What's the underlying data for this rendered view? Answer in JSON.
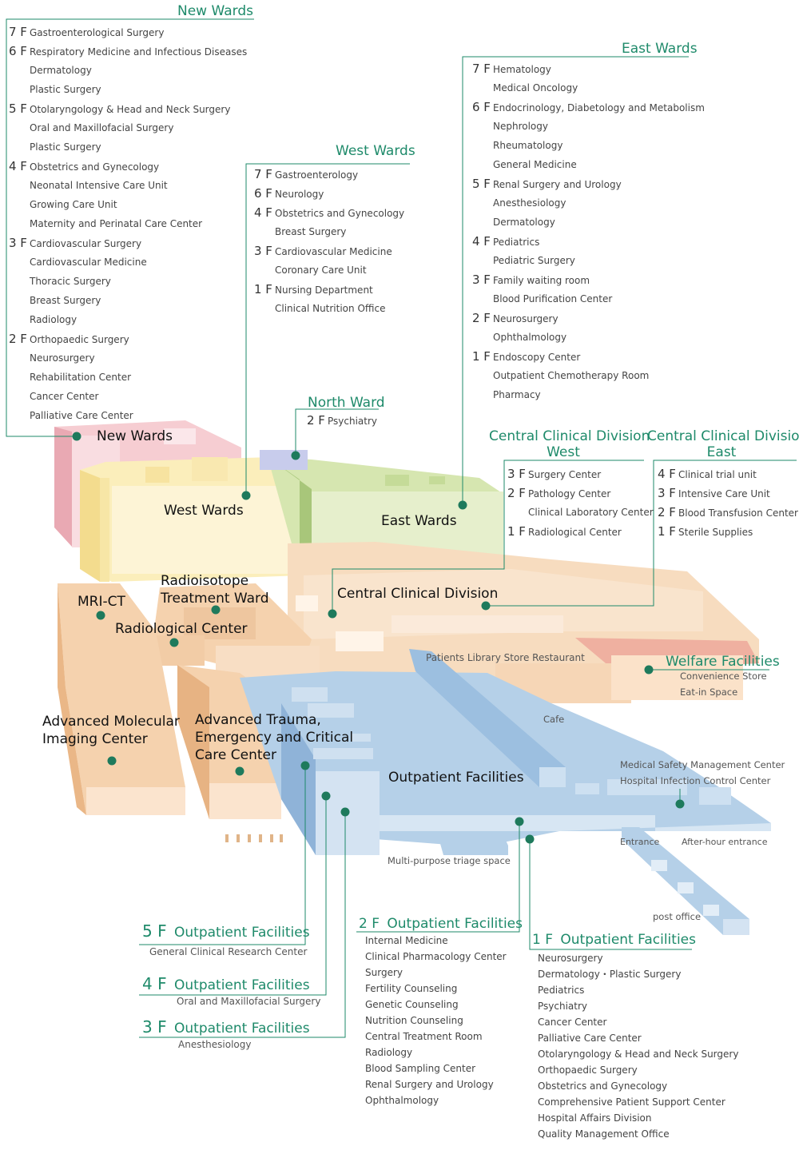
{
  "colors": {
    "accent": "#1e8a6a",
    "blue": "#a9c8e4",
    "orange": "#f5d2ae",
    "yellow": "#fbeebb",
    "green": "#d6e6b0",
    "pink": "#f6cdd2"
  },
  "new_wards": {
    "title": "New Wards",
    "rows": [
      {
        "floor": "7 F",
        "name": "Gastroenterological Surgery"
      },
      {
        "floor": "6 F",
        "name": "Respiratory Medicine and Infectious Diseases"
      },
      {
        "floor": "",
        "name": "Dermatology"
      },
      {
        "floor": "",
        "name": "Plastic Surgery"
      },
      {
        "floor": "5 F",
        "name": "Otolaryngology & Head and Neck Surgery"
      },
      {
        "floor": "",
        "name": "Oral and Maxillofacial Surgery"
      },
      {
        "floor": "",
        "name": "Plastic Surgery"
      },
      {
        "floor": "4 F",
        "name": "Obstetrics and Gynecology"
      },
      {
        "floor": "",
        "name": "Neonatal Intensive Care Unit"
      },
      {
        "floor": "",
        "name": "Growing Care Unit"
      },
      {
        "floor": "",
        "name": "Maternity and Perinatal Care Center"
      },
      {
        "floor": "3 F",
        "name": "Cardiovascular Surgery"
      },
      {
        "floor": "",
        "name": "Cardiovascular Medicine"
      },
      {
        "floor": "",
        "name": "Thoracic Surgery"
      },
      {
        "floor": "",
        "name": "Breast Surgery"
      },
      {
        "floor": "",
        "name": "Radiology"
      },
      {
        "floor": "2 F",
        "name": "Orthopaedic Surgery"
      },
      {
        "floor": "",
        "name": "Neurosurgery"
      },
      {
        "floor": "",
        "name": "Rehabilitation Center"
      },
      {
        "floor": "",
        "name": "Cancer Center"
      },
      {
        "floor": "",
        "name": "Palliative Care Center"
      }
    ]
  },
  "west_wards": {
    "title": "West Wards",
    "rows": [
      {
        "floor": "7 F",
        "name": "Gastroenterology"
      },
      {
        "floor": "6 F",
        "name": "Neurology"
      },
      {
        "floor": "4 F",
        "name": "Obstetrics and Gynecology"
      },
      {
        "floor": "",
        "name": "Breast Surgery"
      },
      {
        "floor": "3 F",
        "name": "Cardiovascular Medicine"
      },
      {
        "floor": "",
        "name": "Coronary Care Unit"
      },
      {
        "floor": "1 F",
        "name": "Nursing Department"
      },
      {
        "floor": "",
        "name": "Clinical Nutrition Office"
      }
    ]
  },
  "east_wards": {
    "title": "East Wards",
    "rows": [
      {
        "floor": "7 F",
        "name": "Hematology"
      },
      {
        "floor": "",
        "name": "Medical Oncology"
      },
      {
        "floor": "6 F",
        "name": "Endocrinology, Diabetology and Metabolism"
      },
      {
        "floor": "",
        "name": "Nephrology"
      },
      {
        "floor": "",
        "name": "Rheumatology"
      },
      {
        "floor": "",
        "name": "General Medicine"
      },
      {
        "floor": "5 F",
        "name": "Renal Surgery and Urology"
      },
      {
        "floor": "",
        "name": "Anesthesiology"
      },
      {
        "floor": "",
        "name": "Dermatology"
      },
      {
        "floor": "4 F",
        "name": "Pediatrics"
      },
      {
        "floor": "",
        "name": "Pediatric Surgery"
      },
      {
        "floor": "3 F",
        "name": "Family waiting room"
      },
      {
        "floor": "",
        "name": "Blood Purification Center"
      },
      {
        "floor": "2 F",
        "name": "Neurosurgery"
      },
      {
        "floor": "",
        "name": "Ophthalmology"
      },
      {
        "floor": "1 F",
        "name": "Endoscopy Center"
      },
      {
        "floor": "",
        "name": "Outpatient Chemotherapy Room"
      },
      {
        "floor": "",
        "name": "Pharmacy"
      }
    ]
  },
  "north_ward": {
    "title": "North Ward",
    "rows": [
      {
        "floor": "2 F",
        "name": "Psychiatry"
      }
    ]
  },
  "ccd_west": {
    "title_line1": "Central Clinical Division",
    "title_line2": "West",
    "rows": [
      {
        "floor": "3 F",
        "name": "Surgery Center"
      },
      {
        "floor": "2 F",
        "name": "Pathology Center"
      },
      {
        "floor": "",
        "name": "Clinical Laboratory Center"
      },
      {
        "floor": "1 F",
        "name": "Radiological Center"
      }
    ]
  },
  "ccd_east": {
    "title_line1": "Central Clinical Division",
    "title_line2": "East",
    "rows": [
      {
        "floor": "4 F",
        "name": "Clinical trial unit"
      },
      {
        "floor": "3 F",
        "name": "Intensive Care Unit"
      },
      {
        "floor": "2 F",
        "name": "Blood Transfusion Center"
      },
      {
        "floor": "1 F",
        "name": "Sterile Supplies"
      }
    ]
  },
  "welfare": {
    "title": "Welfare Facilities",
    "items": [
      "Convenience Store",
      "Eat-in Space"
    ]
  },
  "buildings": {
    "new_wards": "New Wards",
    "west_wards": "West Wards",
    "east_wards": "East Wards",
    "ri_line1": "Radioisotope",
    "ri_line2": "Treatment Ward",
    "mri": "MRI-CT",
    "radiological": "Radiological Center",
    "central": "Central Clinical Division",
    "ami_line1": "Advanced Molecular",
    "ami_line2": "Imaging Center",
    "trauma_line1": "Advanced Trauma,",
    "trauma_line2": "Emergency  and Critical",
    "trauma_line3": "Care Center",
    "outpatient": "Outpatient Facilities"
  },
  "small_labels": {
    "pls": "Patients Library  Store   Restaurant",
    "cafe": "Cafe",
    "safety1": "Medical Safety Management Center",
    "safety2": "Hospital Infection Control Center",
    "entrance": "Entrance",
    "after_hour": "After-hour entrance",
    "triage": "Multi-purpose triage space",
    "post": "post office"
  },
  "outpatient": {
    "f5": {
      "floor": "5 F",
      "title": "Outpatient Facilities",
      "note": "General Clinical Research Center"
    },
    "f4": {
      "floor": "4 F",
      "title": "Outpatient Facilities",
      "note": "Oral and Maxillofacial Surgery"
    },
    "f3": {
      "floor": "3 F",
      "title": "Outpatient Facilities",
      "note": "Anesthesiology"
    },
    "f2": {
      "floor": "2 F",
      "title": "Outpatient Facilities",
      "items": [
        "Internal Medicine",
        "Clinical Pharmacology Center",
        "Surgery",
        "Fertility Counseling",
        "Genetic Counseling",
        "Nutrition Counseling",
        "Central Treatment Room",
        "Radiology",
        "Blood Sampling Center",
        "Renal Surgery and Urology",
        "Ophthalmology"
      ]
    },
    "f1": {
      "floor": "1 F",
      "title": "Outpatient Facilities",
      "items": [
        "Neurosurgery",
        "Dermatology・Plastic Surgery",
        "Pediatrics",
        "Psychiatry",
        "Cancer Center",
        "Palliative Care Center",
        "Otolaryngology & Head and Neck Surgery",
        "Orthopaedic Surgery",
        "Obstetrics and Gynecology",
        "Comprehensive Patient Support Center",
        "Hospital Affairs Division",
        "Quality Management Office"
      ]
    }
  }
}
